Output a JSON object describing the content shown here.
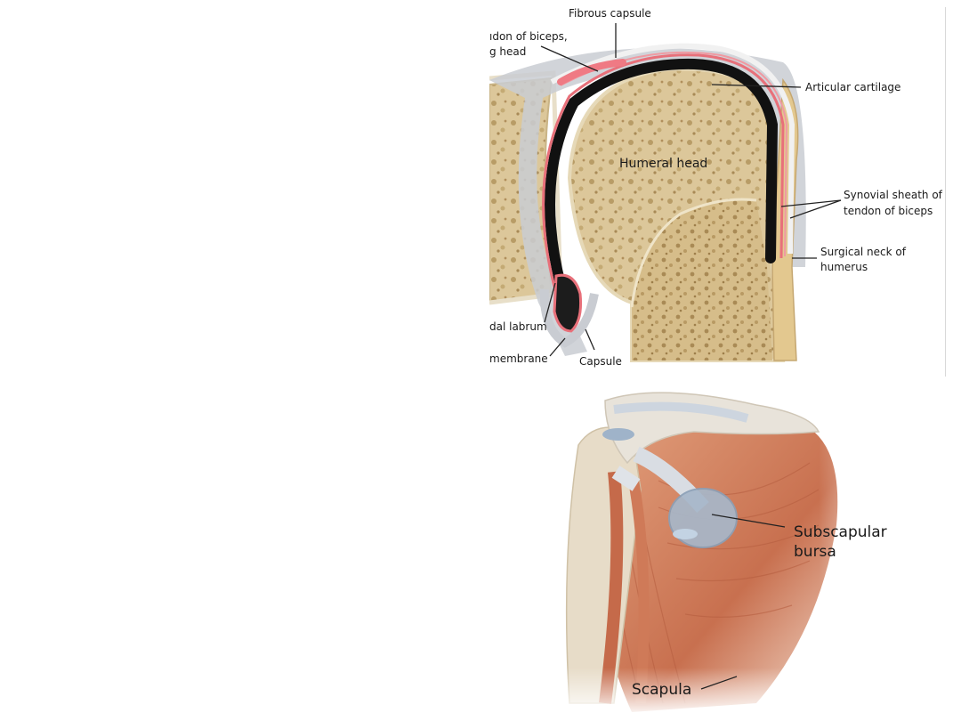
{
  "top_figure": {
    "labels": {
      "fibrous_capsule": "Fibrous capsule",
      "tendon_line1": "ıdon of biceps,",
      "tendon_line2": "g head",
      "articular_cartilage": "Articular cartilage",
      "humeral_head": "Humeral head",
      "synovial_line1": "Synovial sheath of",
      "synovial_line2": "tendon of biceps",
      "surgical_line1": "Surgical neck of",
      "surgical_line2": "humerus",
      "labrum": "dal labrum",
      "membrane": "membrane",
      "capsule": "Capsule"
    },
    "colors": {
      "bone": "#dcc79a",
      "bone_spots": "#b89c66",
      "cartilage": "#111111",
      "synovial": "#e8707a",
      "capsule_gray": "#c9ccd2"
    }
  },
  "bottom_figure": {
    "labels": {
      "subscapular_line1": "Subscapular",
      "subscapular_line2": "bursa",
      "scapula": "Scapula"
    },
    "colors": {
      "muscle": "#d48a66",
      "muscle_dark": "#b7664a",
      "ligament": "#d9dde3",
      "bursa": "#9fb3c9"
    }
  }
}
